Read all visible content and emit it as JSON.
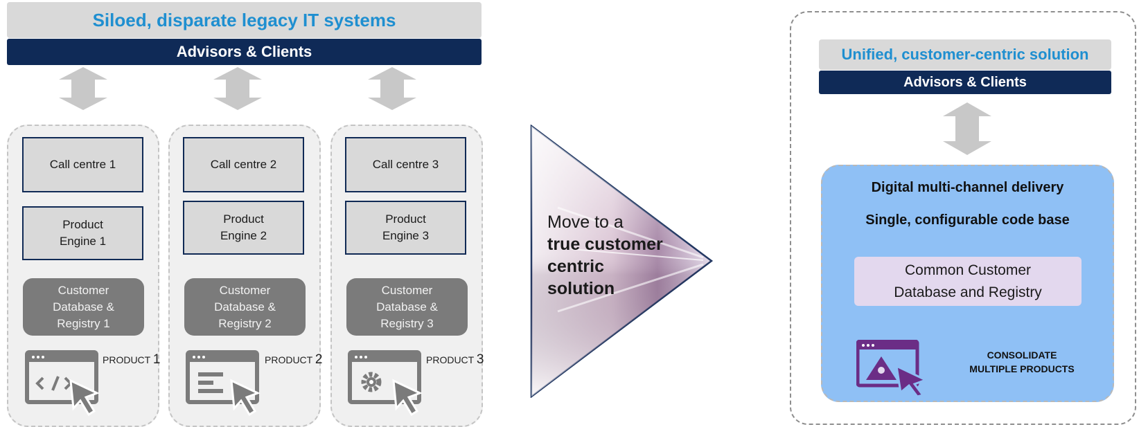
{
  "left": {
    "title": "Siloed, disparate legacy IT systems",
    "bar": "Advisors & Clients",
    "columns": [
      {
        "call_centre": "Call centre 1",
        "engine_1": "Product",
        "engine_2": "Engine 1",
        "db_1": "Customer",
        "db_2": "Database &",
        "db_3": "Registry 1",
        "product_label": "PRODUCT",
        "product_num": "1",
        "icon": "code-window-cursor-icon"
      },
      {
        "call_centre": "Call centre 2",
        "engine_1": "Product",
        "engine_2": "Engine 2",
        "db_1": "Customer",
        "db_2": "Database &",
        "db_3": "Registry 2",
        "product_label": "PRODUCT",
        "product_num": "2",
        "icon": "text-window-cursor-icon"
      },
      {
        "call_centre": "Call centre 3",
        "engine_1": "Product",
        "engine_2": "Engine 3",
        "db_1": "Customer",
        "db_2": "Database &",
        "db_3": "Registry 3",
        "product_label": "PRODUCT",
        "product_num": "3",
        "icon": "gear-window-cursor-icon"
      }
    ]
  },
  "middle": {
    "line1": "Move to a",
    "line2": "true customer",
    "line3": "centric",
    "line4": "solution"
  },
  "right": {
    "title": "Unified, customer-centric solution",
    "bar": "Advisors & Clients",
    "panel_line1": "Digital multi-channel delivery",
    "panel_line2": "Single, configurable code base",
    "common_1": "Common Customer",
    "common_2": "Database and Registry",
    "consolidate_1": "CONSOLIDATE",
    "consolidate_2": "MULTIPLE PRODUCTS",
    "icon": "puzzle-window-cursor-icon"
  },
  "colors": {
    "title_blue": "#1f8fd0",
    "navy": "#0f2a57",
    "panel_blue": "#8fc0f5",
    "lavender": "#e3d8ee",
    "purple_icon": "#6b2d86",
    "grey_icon": "#7b7b7b"
  }
}
